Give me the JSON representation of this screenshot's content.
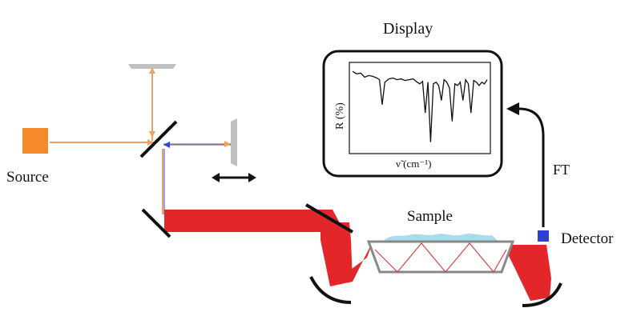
{
  "labels": {
    "display_title": "Display",
    "source": "Source",
    "sample": "Sample",
    "detector": "Detector",
    "ft": "FT",
    "y_axis": "R (%)",
    "x_axis": "ν̃ (cm⁻¹)"
  },
  "colors": {
    "source_box": "#f58a2a",
    "orange_beam": "#f0a060",
    "blue_beam": "#3344cc",
    "red_beam": "#e3262a",
    "mirror": "#111111",
    "fixed_mirror": "#c0c0c0",
    "sample_liquid": "#a7dcea",
    "crystal_outline": "#888888",
    "detector_box": "#2f3fd0"
  },
  "icons": {
    "movable_mirror_arrow": "double-headed-arrow",
    "ft_arrow": "curved-arrow"
  },
  "spectrum": {
    "description_free": true,
    "x": [
      0,
      0.03,
      0.06,
      0.09,
      0.12,
      0.15,
      0.18,
      0.2,
      0.22,
      0.24,
      0.27,
      0.3,
      0.33,
      0.36,
      0.39,
      0.42,
      0.45,
      0.48,
      0.5,
      0.52,
      0.54,
      0.56,
      0.58,
      0.6,
      0.62,
      0.64,
      0.66,
      0.68,
      0.7,
      0.72,
      0.74,
      0.76,
      0.78,
      0.8,
      0.82,
      0.84,
      0.86,
      0.88,
      0.9,
      0.92,
      0.94,
      0.96,
      0.98,
      1.0
    ],
    "y": [
      0.95,
      0.92,
      0.93,
      0.88,
      0.9,
      0.89,
      0.87,
      0.85,
      0.55,
      0.82,
      0.86,
      0.87,
      0.85,
      0.86,
      0.84,
      0.85,
      0.86,
      0.82,
      0.8,
      0.83,
      0.45,
      0.82,
      0.1,
      0.8,
      0.82,
      0.78,
      0.6,
      0.85,
      0.82,
      0.75,
      0.35,
      0.8,
      0.78,
      0.82,
      0.6,
      0.85,
      0.8,
      0.45,
      0.84,
      0.82,
      0.78,
      0.82,
      0.8,
      0.85
    ]
  }
}
